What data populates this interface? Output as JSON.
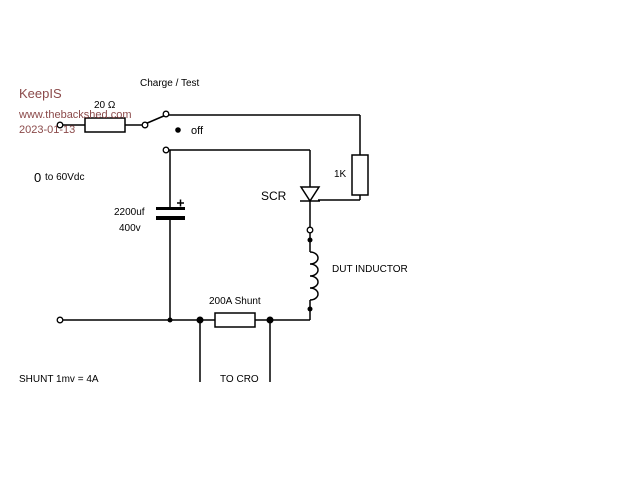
{
  "watermark": {
    "name": "KeepIS",
    "site": "www.thebackshed.com",
    "date": "2023-01-13",
    "color": "#8b4a4a"
  },
  "labels": {
    "switch": "Charge / Test",
    "resistor_20": "20 Ω",
    "off": "off",
    "supply": "to 60Vdc",
    "supply_prefix": "0",
    "resistor_1k": "1K",
    "scr": "SCR",
    "cap_value": "2200uf",
    "cap_voltage": "400v",
    "inductor": "DUT INDUCTOR",
    "shunt": "200A Shunt",
    "shunt_note": "SHUNT  1mv = 4A",
    "cro": "TO CRO"
  }
}
